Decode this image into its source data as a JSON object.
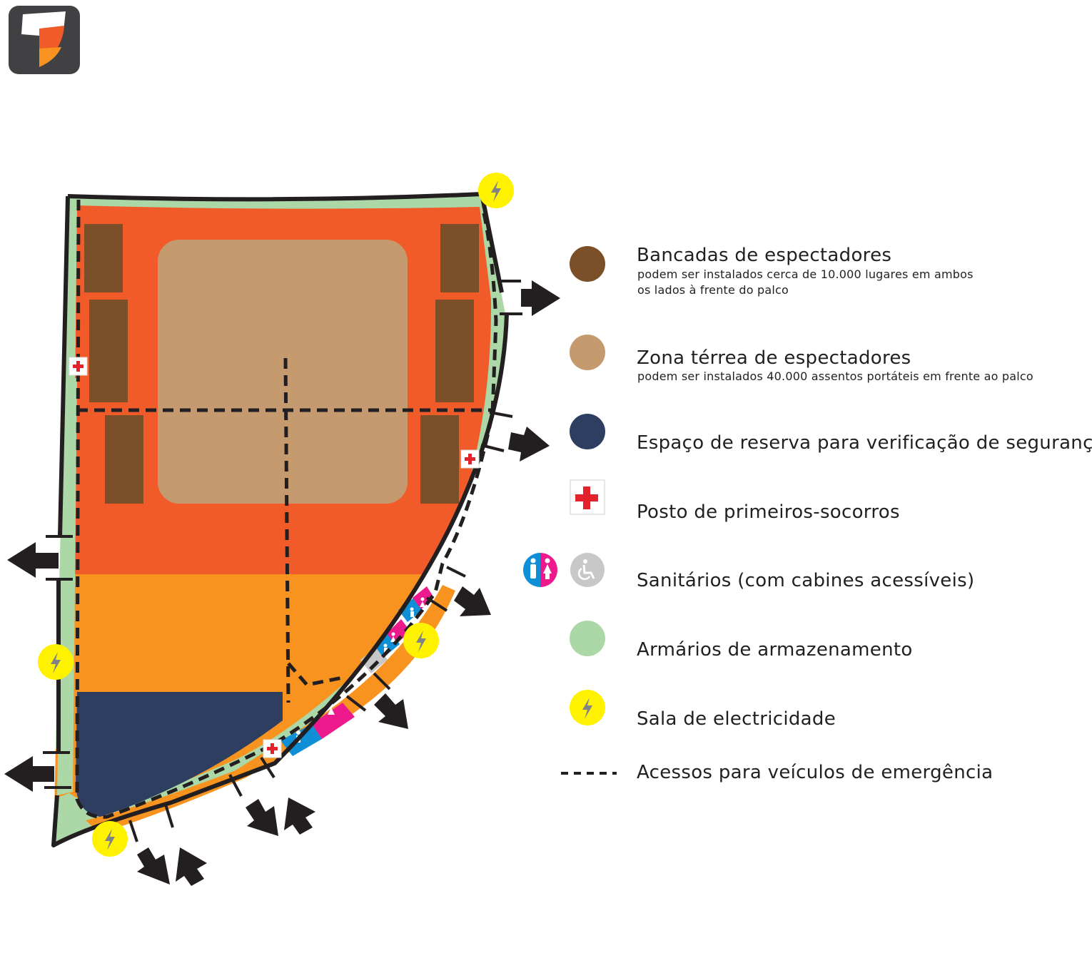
{
  "colors": {
    "zone_orange_red": "#f15a29",
    "zone_orange": "#f7931e",
    "stands_brown": "#7b4f27",
    "ground_tan": "#c59a6e",
    "security_navy": "#2e3e61",
    "storage_green": "#acd7a7",
    "electric_yellow": "#fff200",
    "toilet_blue": "#0f8fd6",
    "toilet_magenta": "#ec1a8c",
    "accessible_gray": "#c8c8c8",
    "firstaid_red": "#e3222b",
    "outline_black": "#231f20"
  },
  "legend": {
    "stands": {
      "icon": "brown-circle-icon",
      "title": "Bancadas de espectadores",
      "sub_line1": "podem ser instalados cerca de 10.000 lugares em ambos",
      "sub_line2": "os lados à frente do palco"
    },
    "ground": {
      "icon": "tan-circle-icon",
      "title": "Zona térrea de espectadores",
      "sub_line1": "podem ser instalados 40.000 assentos portáteis em frente ao palco"
    },
    "security": {
      "icon": "navy-circle-icon",
      "title": "Espaço de reserva para verificação de segurança"
    },
    "first_aid": {
      "icon": "first-aid-cross-icon",
      "title": "Posto de primeiros-socorros"
    },
    "toilets": {
      "icon": "toilet-icon",
      "title": "Sanitários (com cabines acessíveis)"
    },
    "storage": {
      "icon": "green-circle-icon",
      "title": "Armários de armazenamento"
    },
    "electricity": {
      "icon": "lightning-icon",
      "title": "Sala de electricidade"
    },
    "emergency": {
      "icon": "dashed-line-icon",
      "title": "Acessos para veículos de emergência"
    }
  }
}
